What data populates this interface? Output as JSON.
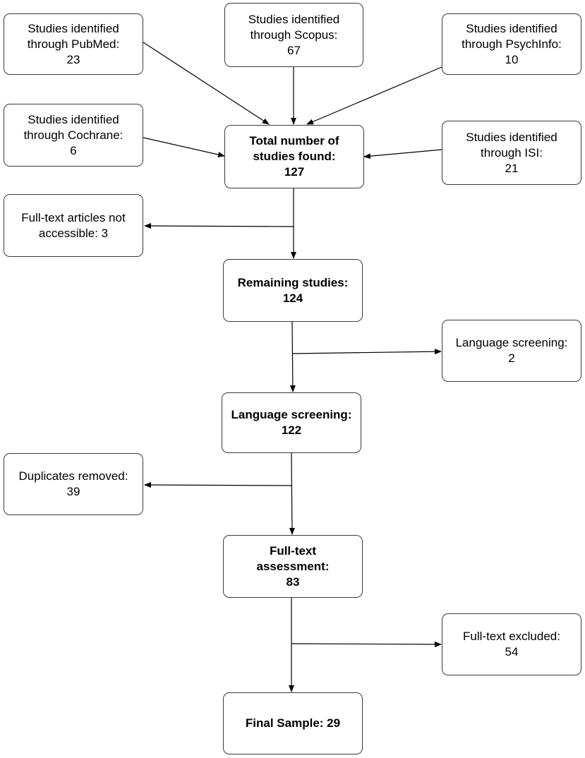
{
  "sources": {
    "pubmed": {
      "label": "Studies identified through PubMed:",
      "count": "23"
    },
    "scopus": {
      "label": "Studies identified through Scopus:",
      "count": "67"
    },
    "psychinfo": {
      "label": "Studies identified through PsychInfo:",
      "count": "10"
    },
    "cochrane": {
      "label": "Studies identified through Cochrane:",
      "count": "6"
    },
    "isi": {
      "label": "Studies identified through ISI:",
      "count": "21"
    }
  },
  "main": {
    "total": {
      "label": "Total number of studies found:",
      "count": "127"
    },
    "remaining": {
      "label": "Remaining studies:",
      "count": "124"
    },
    "language": {
      "label": "Language screening:",
      "count": "122"
    },
    "fulltext": {
      "label": "Full-text assessment:",
      "count": "83"
    },
    "final": {
      "label": "Final Sample: 29"
    }
  },
  "exclusions": {
    "not_accessible": {
      "label": "Full-text articles not accessible: 3"
    },
    "language": {
      "label": "Language screening:",
      "count": "2"
    },
    "duplicates": {
      "label": "Duplicates removed:",
      "count": "39"
    },
    "fulltext_excluded": {
      "label": "Full-text excluded:",
      "count": "54"
    }
  }
}
